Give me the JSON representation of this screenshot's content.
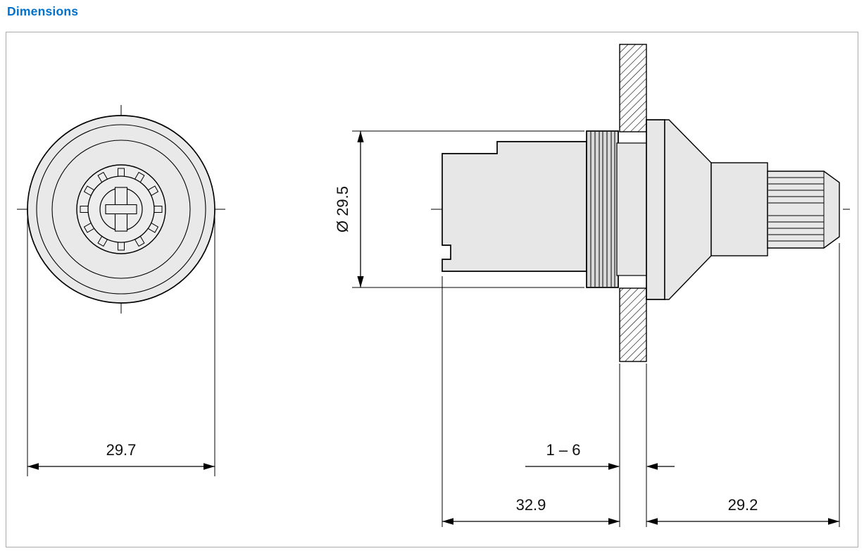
{
  "page": {
    "title": "Dimensions"
  },
  "colors": {
    "heading": "#0072CE",
    "line": "#000000",
    "part_fill_light": "#e9e9e9",
    "part_fill_mid": "#d9d9d9",
    "border": "#ababab",
    "background": "#ffffff"
  },
  "drawing": {
    "front_view": {
      "width_label": "29.7"
    },
    "side_view": {
      "diameter_label": "Ø 29.5",
      "panel_thickness_label": "1 – 6",
      "rear_depth_label": "32.9",
      "front_length_label": "29.2"
    }
  }
}
